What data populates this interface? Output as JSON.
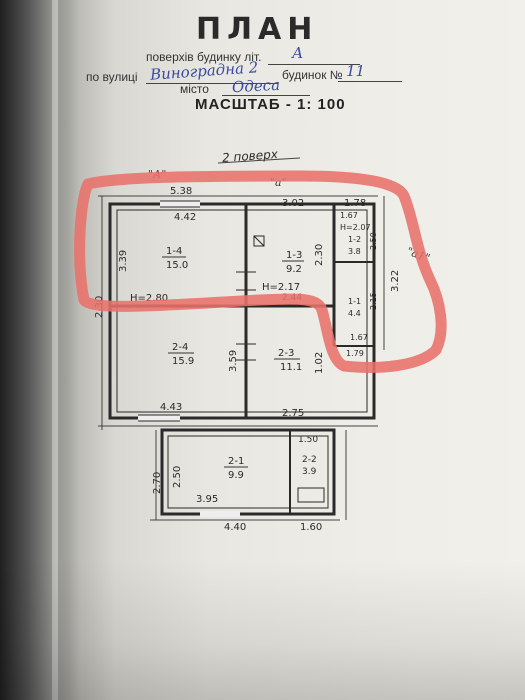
{
  "header": {
    "title": "ПЛАН",
    "floors_label": "поверхів будинку літ.",
    "letter_value": "А",
    "street_label": "по вулиці",
    "street_value": "Виноградна 2",
    "house_label": "будинок №",
    "house_value": "11",
    "city_label": "місто",
    "city_value": "Одеса",
    "scale": "МАСШТАБ - 1: 100"
  },
  "plan": {
    "floor_label": "2 поверх",
    "corner_a": "\"А\"",
    "corner_a_small": "\"а\"",
    "corner_a1": "\"а1\"",
    "dims": {
      "top_left": "5.38",
      "top_mid": "3.02",
      "top_right": "1.78",
      "left_upper": "3.39",
      "left_outer": "2.30",
      "left_lower": "3.59",
      "mid_vert": "2.30",
      "mid_vert2": "1.02",
      "right_outer": "3.22",
      "right_a": "2.50",
      "right_b": "2.15",
      "bottom_left": "4.43",
      "bottom_right": "2.75",
      "lower_left_outer": "2.70",
      "lower_left_inner": "2.50",
      "lower_bottom": "3.95",
      "lower_total": "4.40",
      "lower_right": "1.60",
      "lower_right_top": "1.50",
      "window_top": "4.42",
      "small_top": "1.67",
      "small_bottom": "1.67",
      "small_right_bottom": "1.79"
    },
    "rooms": [
      {
        "id": "1-4",
        "area": "15.0"
      },
      {
        "id": "1-3",
        "area": "9.2"
      },
      {
        "id": "1-2",
        "area": "3.8"
      },
      {
        "id": "1-1",
        "area": "4.4"
      },
      {
        "id": "2-4",
        "area": "15.9"
      },
      {
        "id": "2-3",
        "area": "11.1"
      },
      {
        "id": "2-1",
        "area": "9.9"
      },
      {
        "id": "2-2",
        "area": "3.9"
      }
    ],
    "heights": {
      "h1": "H=2.80",
      "h2": "H=2.17",
      "h3": "H=2.07",
      "inner_dim": "2.44"
    }
  },
  "colors": {
    "highlight": "#e8716a",
    "ink": "#2a2a2a",
    "handwriting": "#3a4aa0"
  }
}
